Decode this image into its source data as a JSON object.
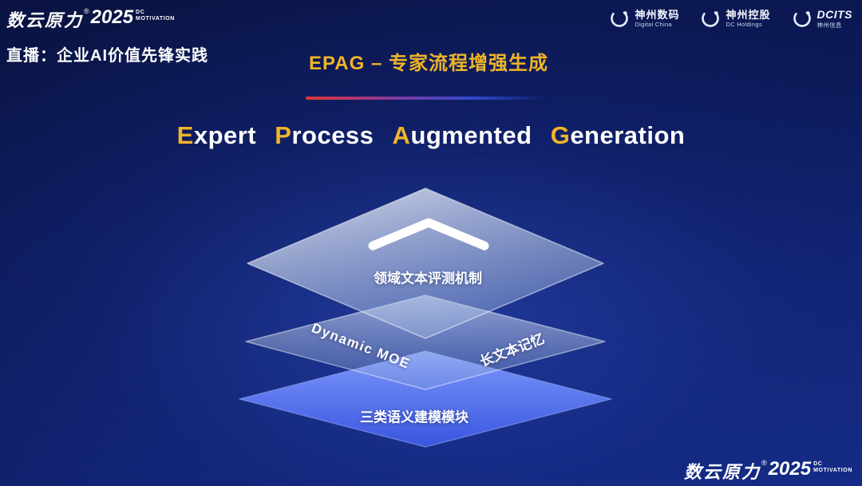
{
  "colors": {
    "accent_gold": "#f0b429",
    "layer_blue": "#4a6cf0",
    "background_blue": "#0c1a58",
    "divider_red": "#e03535"
  },
  "header": {
    "brand": {
      "name": "数云原力",
      "reg": "®",
      "year": "2025",
      "sub_line1": "DC",
      "sub_line2": "MOTIVATION"
    },
    "stream_label": "直播：企业AI价值先锋实践",
    "slide_title": "EPAG – 专家流程增强生成",
    "partners": [
      {
        "name": "神州数码",
        "sub": "Digital China"
      },
      {
        "name": "神州控股",
        "sub": "DC Holdings"
      },
      {
        "name": "DCITS",
        "sub": "神州信息"
      }
    ]
  },
  "main": {
    "title_words": [
      {
        "initial": "E",
        "rest": "xpert"
      },
      {
        "initial": "P",
        "rest": "rocess"
      },
      {
        "initial": "A",
        "rest": "ugmented"
      },
      {
        "initial": "G",
        "rest": "eneration"
      }
    ],
    "diagram": {
      "top_layer_label": "领域文本评测机制",
      "middle_layer_left_label": "Dynamic MOE",
      "middle_layer_right_label": "长文本记忆",
      "bottom_layer_label": "三类语义建模模块"
    }
  },
  "footer": {
    "brand": {
      "name": "数云原力",
      "reg": "®",
      "year": "2025",
      "sub_line1": "DC",
      "sub_line2": "MOTIVATION"
    }
  }
}
